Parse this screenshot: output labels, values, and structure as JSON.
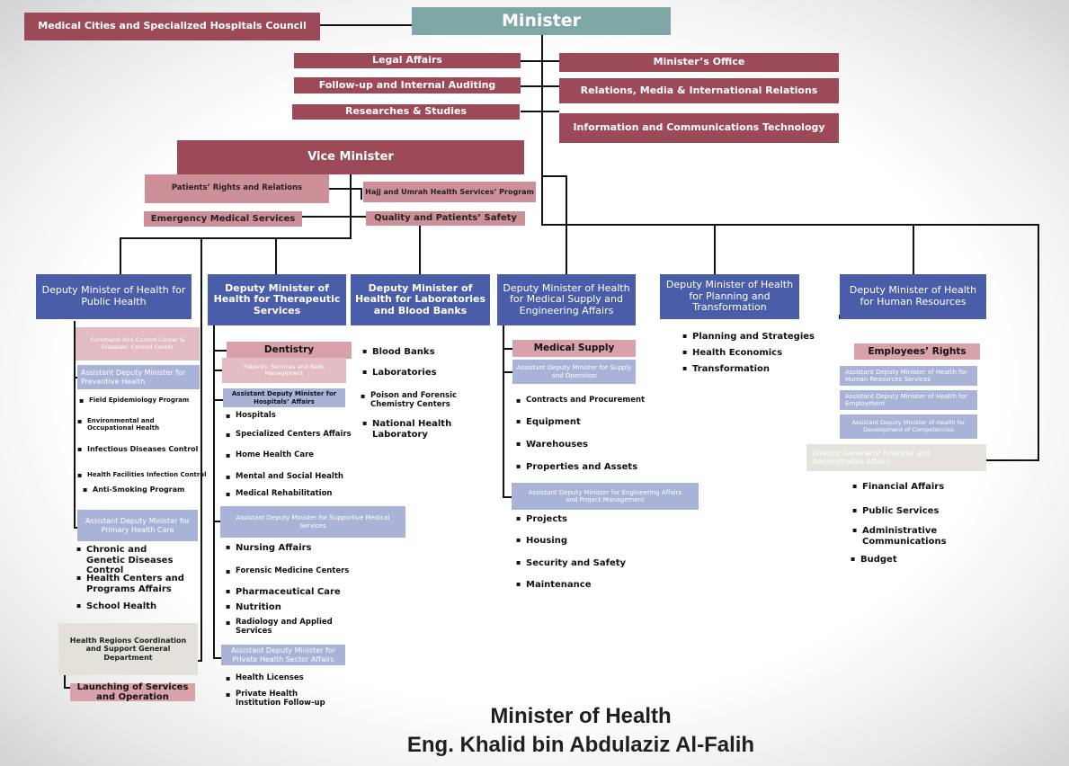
{
  "top": {
    "minister": "Minister",
    "council": "Medical Cities and Specialized Hospitals Council",
    "legal": "Legal Affairs",
    "followup": "Follow-up and Internal Auditing",
    "research": "Researches & Studies",
    "office": "Minister’s Office",
    "relations": "Relations, Media & International Relations",
    "ict": "Information and Communications Technology"
  },
  "vice": {
    "title": "Vice Minister",
    "patients_rights": "Patients’ Rights and Relations",
    "hajj": "Hajj and Umrah Health Services’ Program",
    "emergency": "Emergency Medical Services",
    "quality": "Quality and Patients’ Safety"
  },
  "deputies": {
    "public": "Deputy Minister of Health for Public Health",
    "therapeutic": "Deputy Minister of Health for Therapeutic Services",
    "labs": "Deputy Minister of Health for Laboratories and Blood Banks",
    "supply": "Deputy Minister of Health for Medical Supply and Engineering Affairs",
    "planning": "Deputy Minister of Health for Planning and Transformation",
    "hr": "Deputy Minister of Health for Human Resources"
  },
  "public_health": {
    "command": "Command And Control Center & Diseases’ Control Center",
    "preventive": "Assistant Deputy Minister for Preventive Health",
    "items1": [
      "Field Epidemiology Program",
      "Environmental and Occupational Health",
      "Infectious Diseases Control",
      "Health Facilities Infection Control",
      "Anti-Smoking Program"
    ],
    "primary": "Assistant Deputy Minister for Primary Health Care",
    "items2": [
      "Chronic and Genetic Diseases Control",
      "Health Centers and Programs Affairs",
      "School Health"
    ],
    "regions": "Health Regions Coordination and Support General Department",
    "launching": "Launching of Services and Operation"
  },
  "therapeutic": {
    "dentistry": "Dentistry",
    "beds": "Patients’ Services and Beds Management",
    "hospitals_affairs": "Assistant Deputy Minister for Hospitals’ Affairs",
    "items1": [
      "Hospitals",
      "Specialized Centers Affairs",
      "Home Health Care",
      "Mental and Social Health",
      "Medical Rehabilitation"
    ],
    "supportive": "Assistant Deputy Minister for Supportive Medical Services",
    "items2": [
      "Nursing Affairs",
      "Forensic Medicine Centers",
      "Pharmaceutical Care",
      "Nutrition",
      "Radiology and Applied Services"
    ],
    "private": "Assistant Deputy Minister for Private Health Sector Affairs",
    "items3": [
      "Health Licenses",
      "Private Health Institution Follow-up"
    ]
  },
  "labs": {
    "items": [
      "Blood Banks",
      "Laboratories",
      "Poison and Forensic Chemistry Centers",
      "National Health Laboratory"
    ]
  },
  "supply": {
    "medical_supply": "Medical Supply",
    "assist_supply": "Assistant Deputy Minister for Supply and Operation",
    "items1": [
      "Contracts and Procurement",
      "Equipment",
      "Warehouses",
      "Properties and Assets"
    ],
    "assist_eng": "Assistant Deputy Minister for Engineering Affairs and Project Management",
    "items2": [
      "Projects",
      "Housing",
      "Security and Safety",
      "Maintenance"
    ]
  },
  "planning": {
    "items": [
      "Planning and Strategies",
      "Health Economics",
      "Transformation"
    ]
  },
  "hr": {
    "employees": "Employees’ Rights",
    "assist_services": "Assistant Deputy Minister of Health for Human Resources Services",
    "assist_employment": "Assistant Deputy Minister of Health for Employment",
    "assist_competencies": "Assistant Deputy Minister of Health for Development of Competencies",
    "director": "Director General of Financial and Administrative Affairs",
    "items": [
      "Financial Affairs",
      "Public Services",
      "Administrative Communications",
      "Budget"
    ]
  },
  "footer": {
    "line1": "Minister of Health",
    "line2": "Eng. Khalid bin Abdulaziz Al-Falih"
  },
  "colors": {
    "dark_red": "#9c4a57",
    "pink": "#d9a2ab",
    "minister_teal": "#7fa7a5",
    "deputy_blue": "#4a5da8",
    "light_blue": "#a9b3d8"
  }
}
